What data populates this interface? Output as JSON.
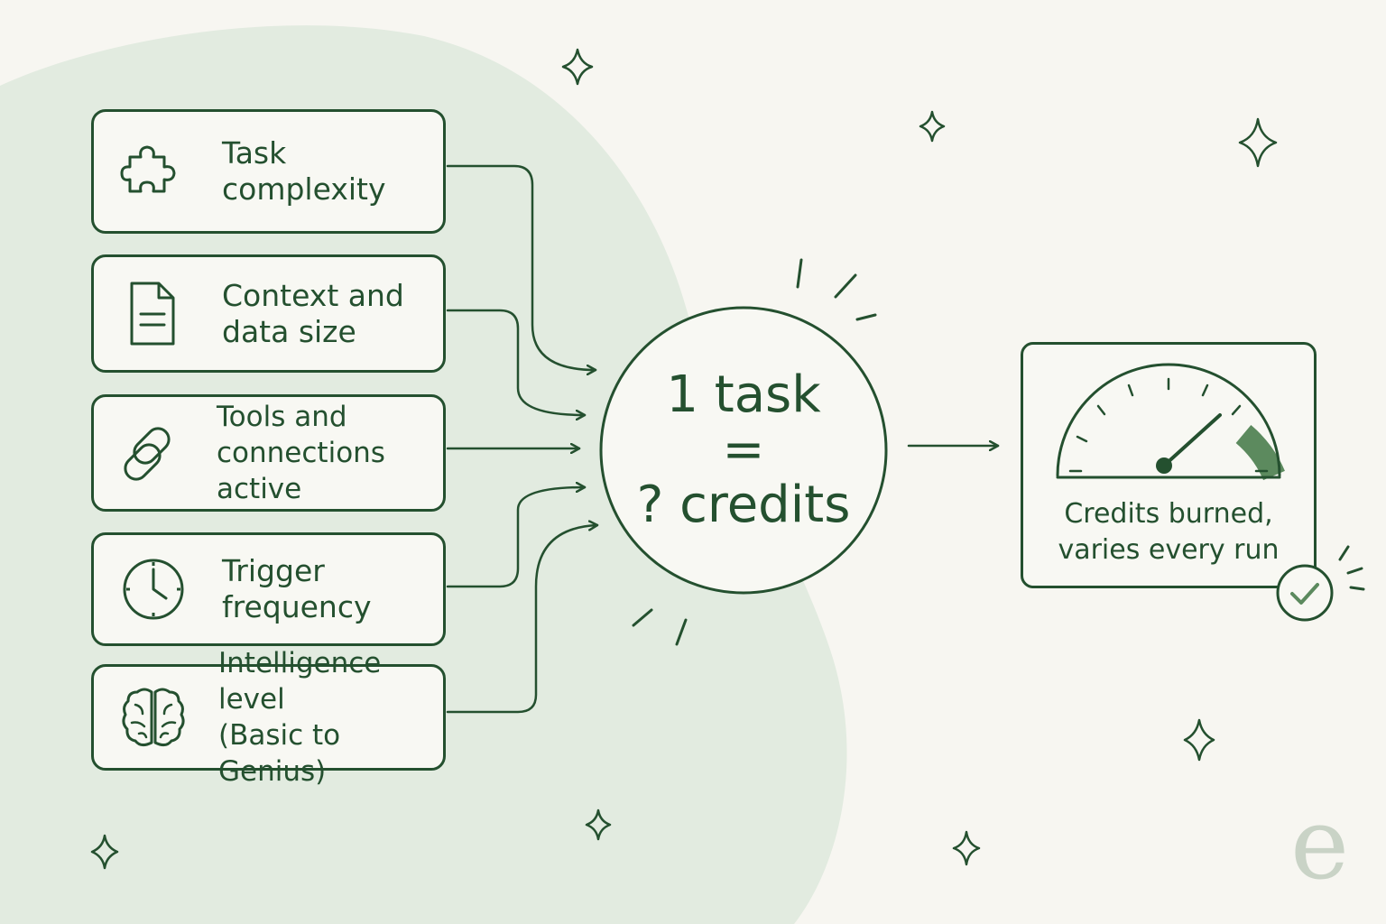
{
  "factors": [
    {
      "label": "Task\ncomplexity",
      "icon": "puzzle-icon"
    },
    {
      "label": "Context and\ndata size",
      "icon": "document-icon"
    },
    {
      "label": "Tools and\nconnections active",
      "icon": "link-icon"
    },
    {
      "label": "Trigger\nfrequency",
      "icon": "clock-icon"
    },
    {
      "label": "Intelligence level\n(Basic to Genius)",
      "icon": "brain-icon"
    }
  ],
  "center": {
    "line1": "1 task",
    "equals": "=",
    "line2": "? credits"
  },
  "result": {
    "label": "Credits burned,\nvaries every run",
    "icons": [
      "gauge-icon",
      "checkmark-icon"
    ]
  },
  "brand": {
    "mark": "e",
    "icon": "brand-logo-icon"
  },
  "colors": {
    "ink": "#24502f",
    "background": "#f7f6f1",
    "blob": "#e2ebe0",
    "box_fill": "#f8f8f3",
    "gauge_accent": "#5c8a5e",
    "brand_mark": "#c9d3c6"
  }
}
